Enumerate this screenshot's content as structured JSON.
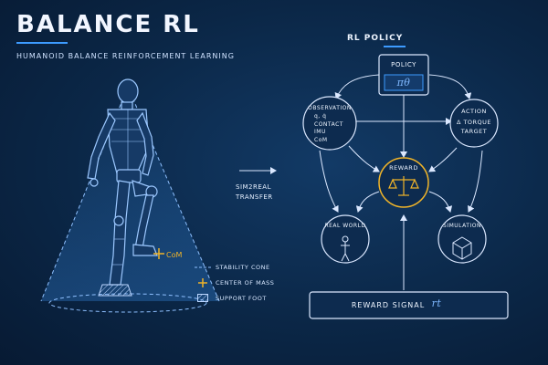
{
  "header": {
    "title": "BALANCE RL",
    "subtitle": "HUMANOID BALANCE REINFORCEMENT LEARNING"
  },
  "figure": {
    "com_label": "CoM"
  },
  "legend": {
    "items": [
      {
        "icon": "dashed-line",
        "label": "STABILITY CONE"
      },
      {
        "icon": "plus-marker",
        "label": "CENTER OF MASS"
      },
      {
        "icon": "hatched-box",
        "label": "SUPPORT FOOT"
      }
    ]
  },
  "transfer": {
    "line1": "SIM2REAL",
    "line2": "TRANSFER"
  },
  "diagram": {
    "title": "RL POLICY",
    "policy": {
      "label": "POLICY",
      "symbol": "πθ"
    },
    "observation": {
      "label": "OBSERVATION",
      "items": [
        "q, q̇",
        "CONTACT",
        "IMU",
        "CoM"
      ]
    },
    "action": {
      "label": "ACTION",
      "items": [
        "Δ TORQUE",
        "TARGET"
      ]
    },
    "reward": {
      "label": "REWARD"
    },
    "real_world": {
      "label": "REAL WORLD"
    },
    "simulation": {
      "label": "SIMULATION"
    },
    "reward_signal": {
      "label": "REWARD SIGNAL",
      "symbol": "rt"
    }
  },
  "colors": {
    "accent": "#3d9bff",
    "gold": "#f0b429",
    "line": "#dbe8ff",
    "panel": "#0d2b4f"
  }
}
